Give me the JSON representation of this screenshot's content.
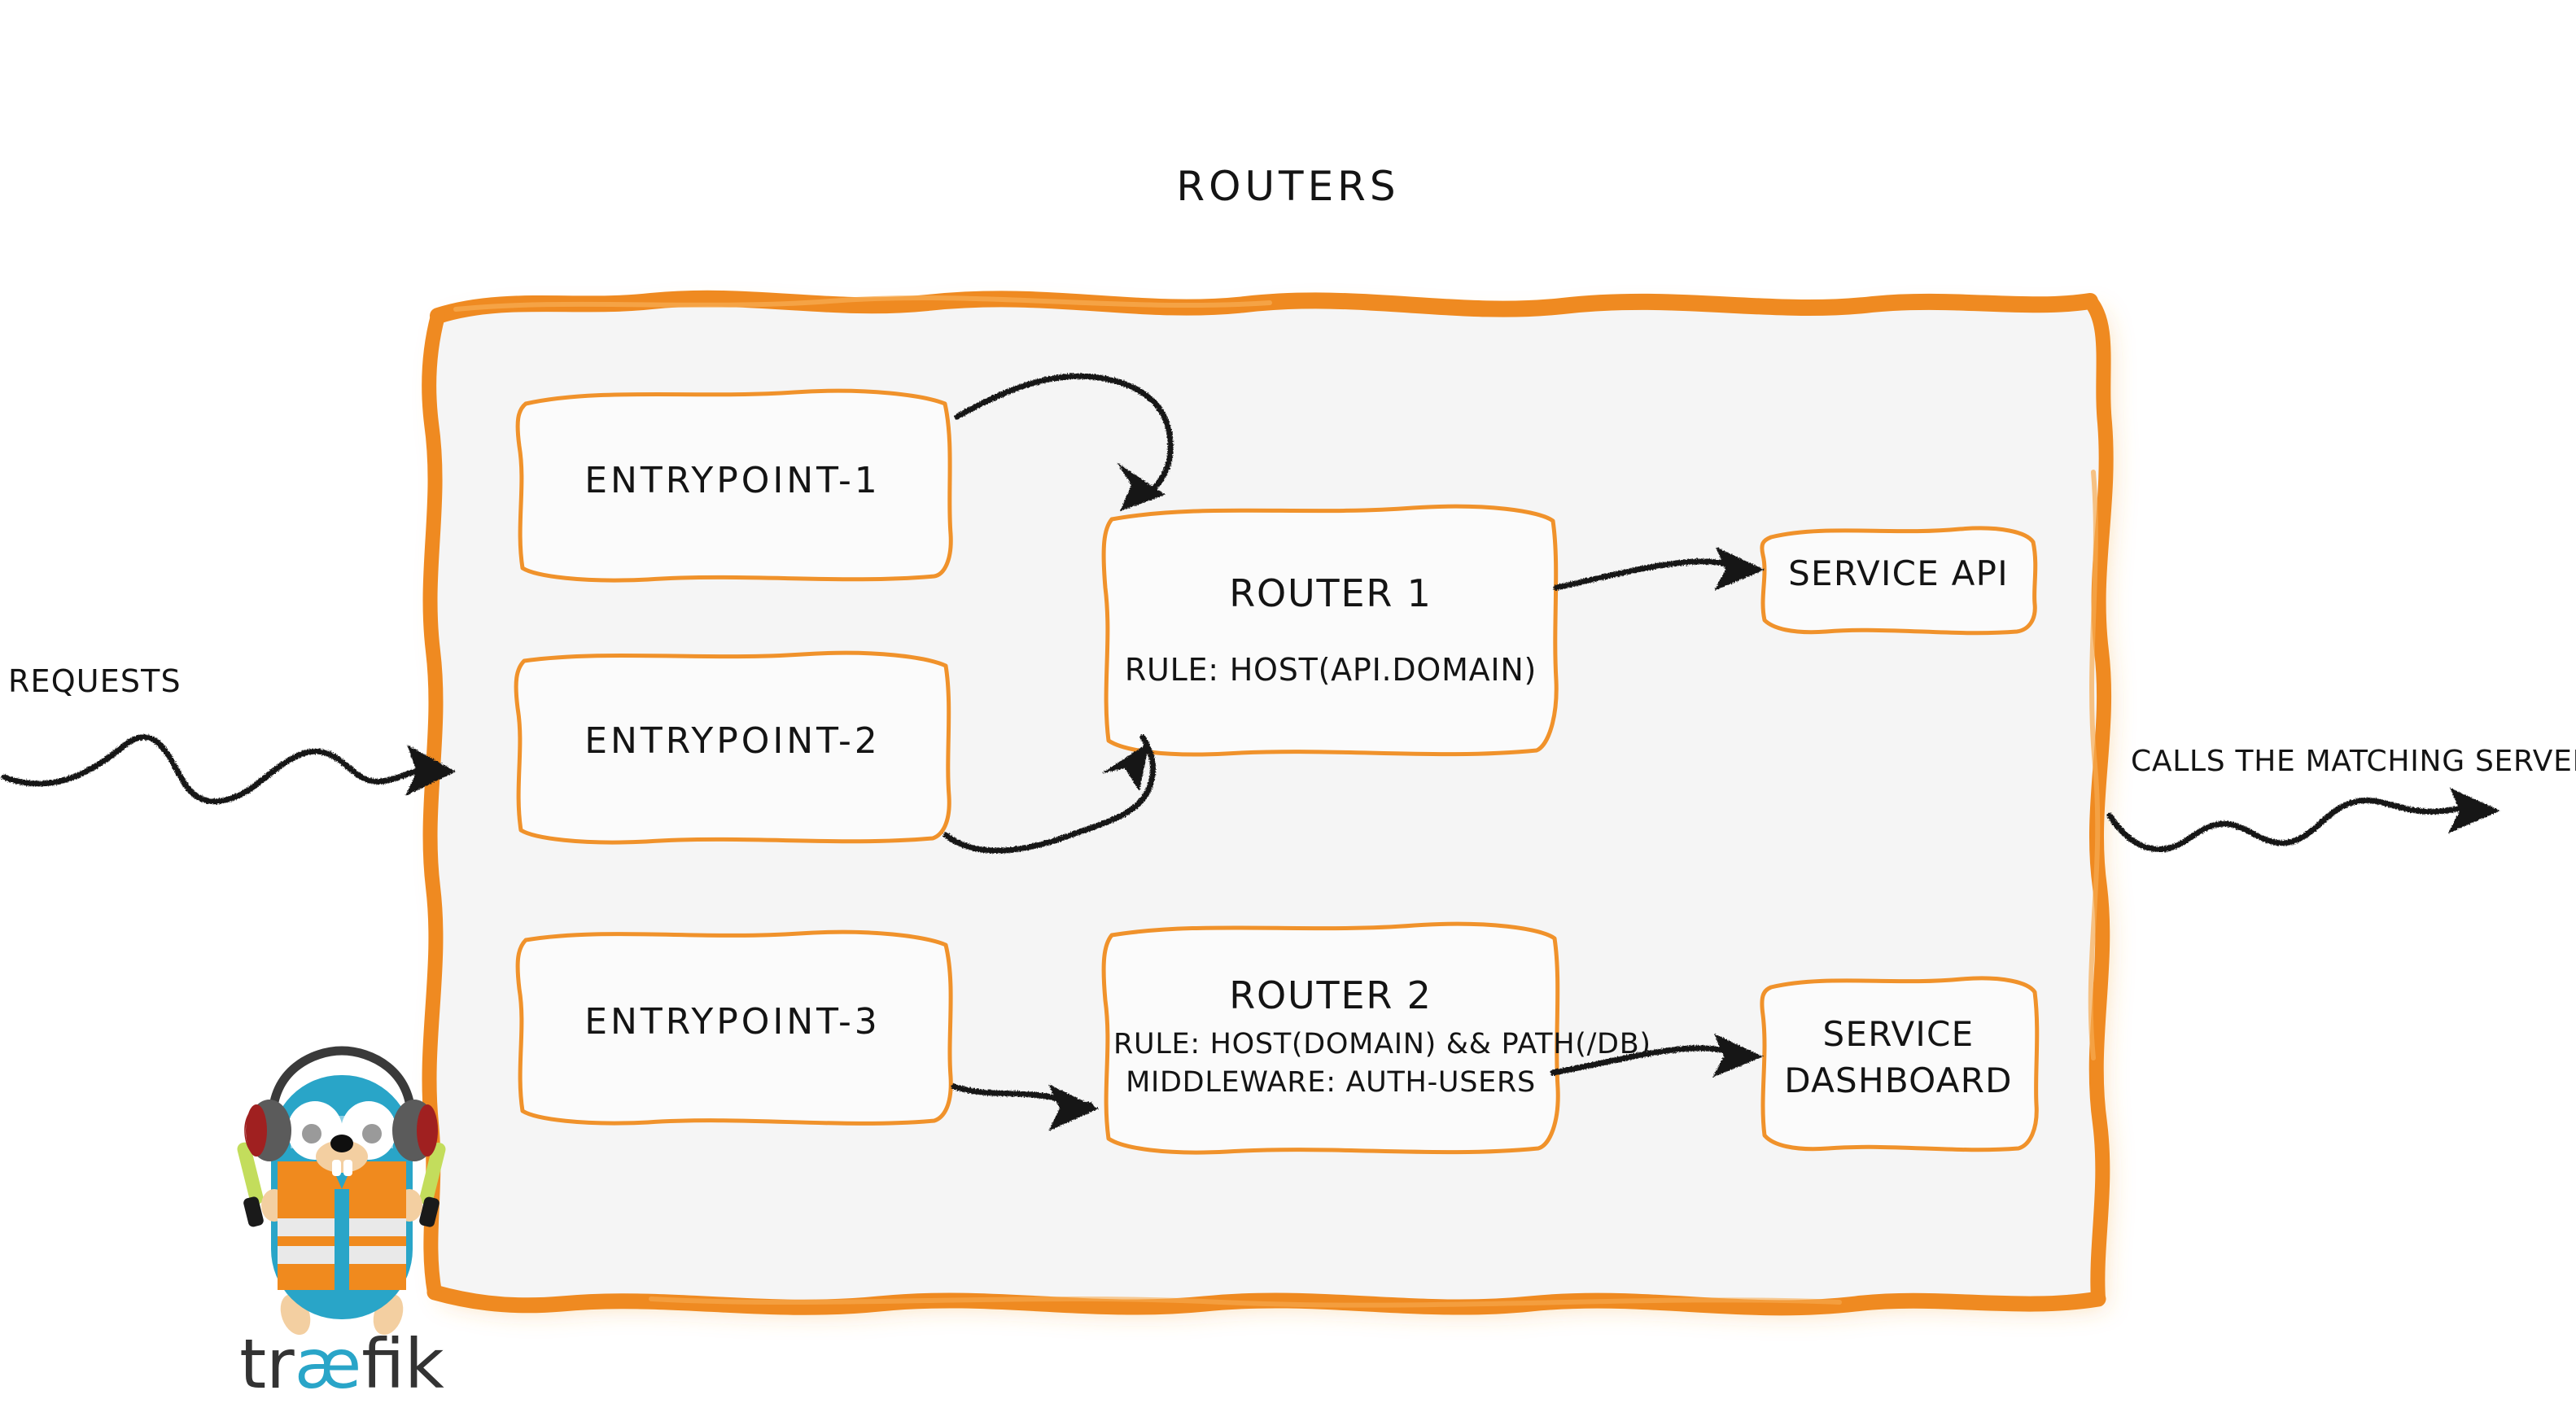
{
  "diagram": {
    "title": "Routers",
    "type": "traefik-routers-architecture"
  },
  "input": {
    "label": "Requests",
    "arrow_name": "requests-inbound-arrow"
  },
  "output": {
    "label": "Calls the matching server",
    "arrow_name": "calls-outbound-arrow"
  },
  "entrypoints": [
    {
      "label": "entrypoint-1"
    },
    {
      "label": "entrypoint-2"
    },
    {
      "label": "entrypoint-3"
    }
  ],
  "routers": [
    {
      "title": "Router 1",
      "rule": "rule: Host(api.domain)",
      "middleware": ""
    },
    {
      "title": "Router 2",
      "rule": "rule: Host(domain) && Path(/db)",
      "middleware": "Middleware: auth-users"
    }
  ],
  "services": [
    {
      "line1": "Service API",
      "line2": ""
    },
    {
      "line1": "Service",
      "line2": "Dashboard"
    }
  ],
  "logo": {
    "wordmark": "træfik",
    "mascot": "traefik-gopher-mascot"
  },
  "colors": {
    "accent_orange": "#ef8a21",
    "box_border_orange": "#f0922b",
    "container_fill": "#f5f5f5",
    "node_fill": "#fbfbfb",
    "ink_black": "#141414",
    "logo_blue": "#24a1c1",
    "logo_orange": "#ef8a21",
    "logo_green": "#c3dd5c",
    "logo_dark": "#333333",
    "page_background": "#ffffff"
  }
}
